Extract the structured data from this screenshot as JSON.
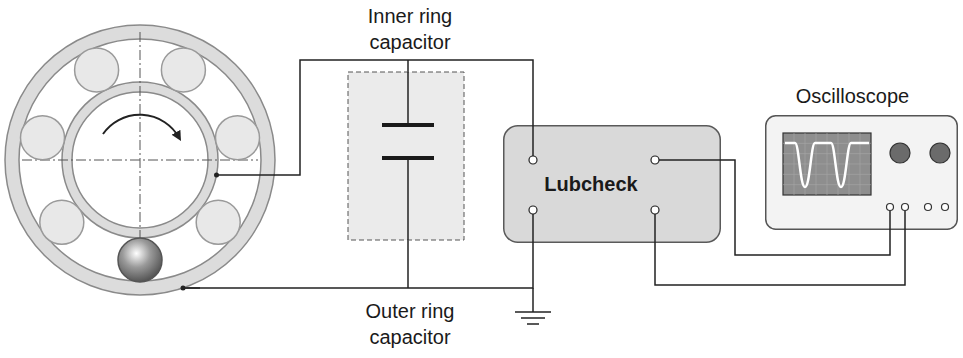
{
  "diagram": {
    "nodes": [
      {
        "text": [
          "Lubcheck"
        ]
      },
      {
        "text": [
          "Oscilloscope"
        ]
      }
    ],
    "edges": [
      {
        "from": 0,
        "to": 1,
        "arrow": "none"
      },
      {
        "from": 0,
        "to": 1,
        "arrow": "none"
      }
    ],
    "labels": [
      "Inner ring capacitor",
      "Outer ring capacitor"
    ]
  }
}
